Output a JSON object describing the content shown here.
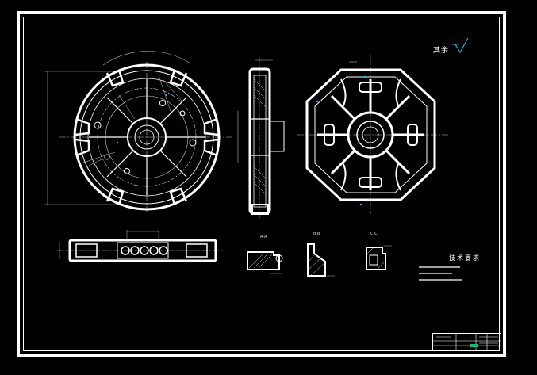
{
  "drawing": {
    "roughness_note": "其余",
    "technical_requirements": {
      "title": "技术要求"
    },
    "section_labels": {
      "a": "A-A",
      "b": "B-B",
      "c": "C-C"
    }
  }
}
